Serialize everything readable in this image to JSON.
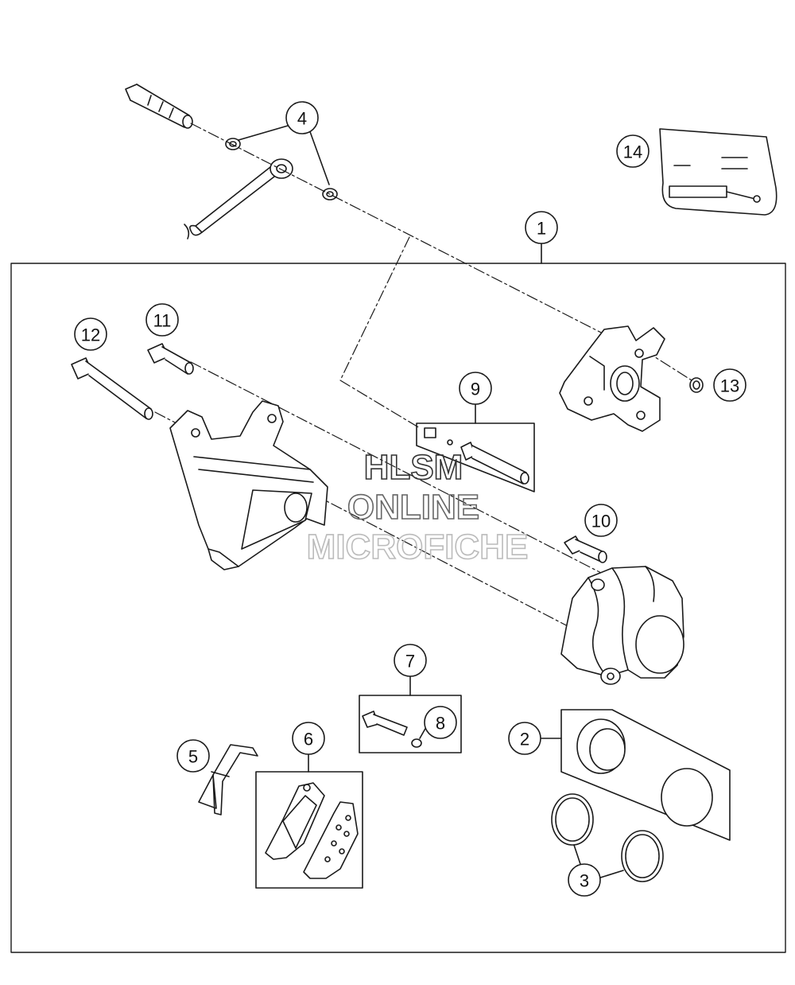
{
  "callouts": [
    {
      "id": "1",
      "label": "1"
    },
    {
      "id": "2",
      "label": "2"
    },
    {
      "id": "3",
      "label": "3"
    },
    {
      "id": "4",
      "label": "4"
    },
    {
      "id": "5",
      "label": "5"
    },
    {
      "id": "6",
      "label": "6"
    },
    {
      "id": "7",
      "label": "7"
    },
    {
      "id": "8",
      "label": "8"
    },
    {
      "id": "9",
      "label": "9"
    },
    {
      "id": "10",
      "label": "10"
    },
    {
      "id": "11",
      "label": "11"
    },
    {
      "id": "12",
      "label": "12"
    },
    {
      "id": "13",
      "label": "13"
    },
    {
      "id": "14",
      "label": "14"
    }
  ],
  "watermark": {
    "line1": "HLSM",
    "line2": "ONLINE",
    "line3": "MICROFICHE",
    "colors": {
      "line1": "#333333",
      "line2": "#666666",
      "line3": "#bbbbbb"
    }
  },
  "colors": {
    "line": "#1a1a1a",
    "fill": "#ffffff"
  }
}
